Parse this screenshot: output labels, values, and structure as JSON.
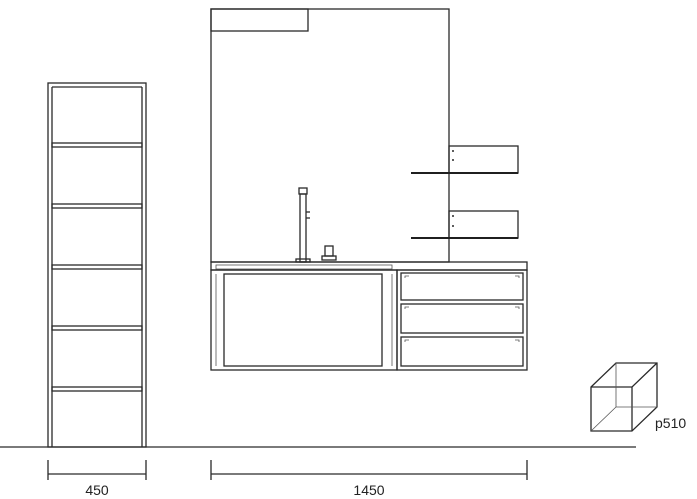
{
  "drawing": {
    "dimensions": {
      "shelf_width": "450",
      "vanity_width": "1450",
      "depth": "p510"
    },
    "colors": {
      "line": "#2a2a2a",
      "background": "#ffffff"
    }
  }
}
